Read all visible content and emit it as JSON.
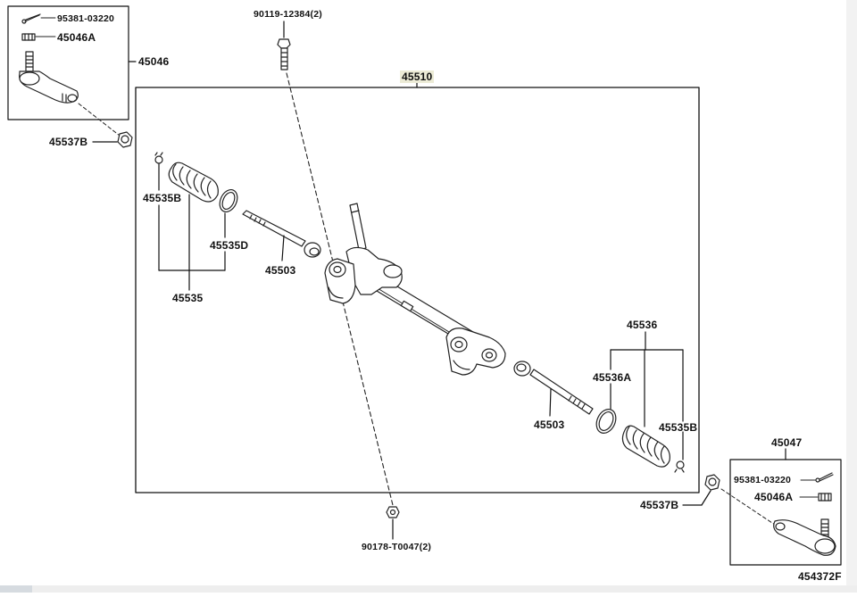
{
  "diagram": {
    "assembly_label": "45510",
    "figure_code": "454372F",
    "labels": {
      "bolt_top": "90119-12384(2)",
      "nut_bottom": "90178-T0047(2)",
      "left_end_asm": "45046",
      "right_end_asm": "45047",
      "cotter_pin_left": "95381-03220",
      "cotter_pin_right": "95381-03220",
      "castle_nut_left": "45046A",
      "castle_nut_right": "45046A",
      "lock_nut_left": "45537B",
      "lock_nut_right": "45537B",
      "clip_left": "45535B",
      "ring_left": "45535D",
      "boot_left": "45535",
      "tie_rod_left": "45503",
      "tie_rod_right": "45503",
      "boot_right": "45536",
      "ring_right": "45536A",
      "clip_right": "45535B"
    }
  }
}
